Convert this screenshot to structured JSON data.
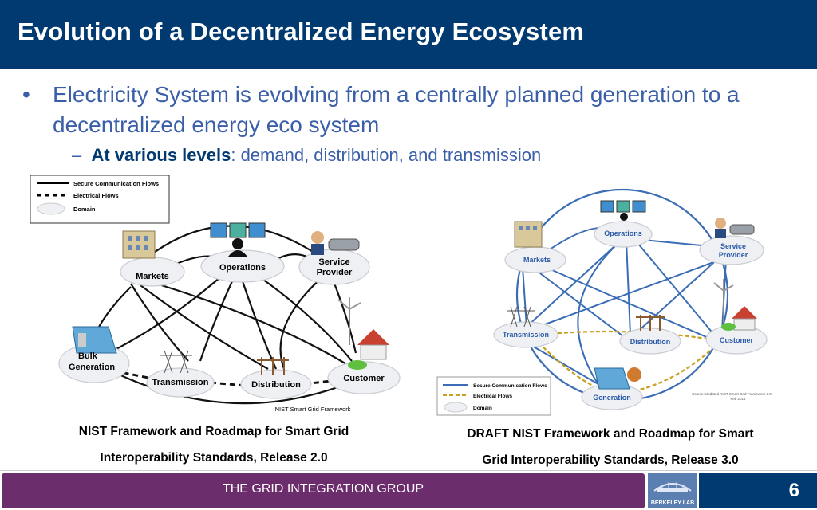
{
  "slide": {
    "title": "Evolution of a Decentralized Energy Ecosystem",
    "bullet": "Electricity System is evolving from a centrally planned generation to a decentralized energy eco system",
    "sub_bold": "At various levels",
    "sub_rest": ": demand, distribution, and transmission"
  },
  "left_diagram": {
    "legend": [
      "Secure Communication Flows",
      "Electrical Flows",
      "Domain"
    ],
    "nodes": [
      "Markets",
      "Operations",
      "Service Provider",
      "Bulk Generation",
      "Transmission",
      "Distribution",
      "Customer"
    ],
    "footer_label": "NIST Smart Grid Framework",
    "caption_line1": "NIST Framework and Roadmap for Smart Grid",
    "caption_line2": "Interoperability Standards, Release 2.0"
  },
  "right_diagram": {
    "legend": [
      "Secure Communication Flows",
      "Electrical Flows",
      "Domain"
    ],
    "nodes": [
      "Operations",
      "Service Provider",
      "Markets",
      "Transmission",
      "Distribution",
      "Customer",
      "Generation"
    ],
    "source_note": "Source: Updated NIST Smart Grid Framework 3.0 Feb 2014",
    "caption_line1": "DRAFT NIST Framework and Roadmap for Smart",
    "caption_line2": "Grid Interoperability Standards, Release 3.0"
  },
  "footer": {
    "group": "THE GRID INTEGRATION GROUP",
    "logo_label": "BERKELEY LAB",
    "page_number": "6"
  },
  "colors": {
    "title_bg": "#003a70",
    "bullet_text": "#3a5fa8",
    "footer_bg": "#6b2d6b",
    "blue_line": "#3a6db5"
  }
}
